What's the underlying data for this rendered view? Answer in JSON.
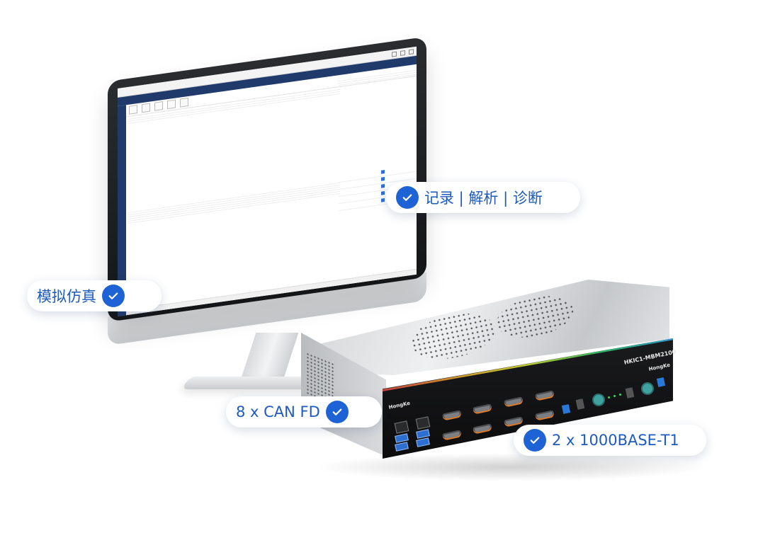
{
  "badges": {
    "record": "记录 | 解析 | 诊断",
    "simulation": "模拟仿真",
    "canfd": "8 x CAN FD",
    "ethernet": "2 x 1000BASE-T1"
  },
  "device": {
    "model": "HKIC1-MBM2100",
    "brand": "HongKe"
  },
  "colors": {
    "accent": "#1e63d6",
    "badge_text": "#1d5bbf",
    "app_header": "#1f3a6b"
  },
  "icons": {
    "badge_check": "check-circle-icon"
  }
}
